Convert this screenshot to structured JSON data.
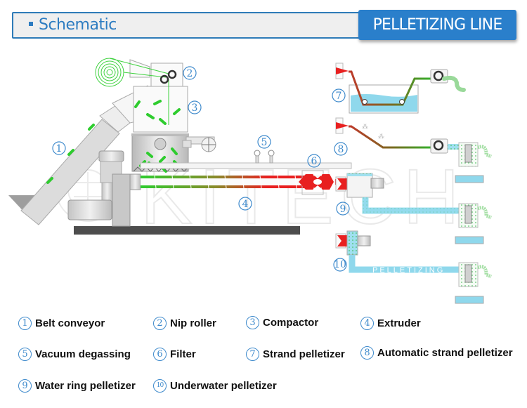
{
  "header": {
    "title": "Schematic",
    "badge": "PELLETIZING LINE"
  },
  "diagram": {
    "watermark": "KITECH",
    "watermark_secondary": "PELLETIZING",
    "callouts": [
      "1",
      "2",
      "3",
      "4",
      "5",
      "6",
      "7",
      "8",
      "9",
      "10"
    ],
    "colors": {
      "accent_blue": "#2a7fcb",
      "material_green": "#2ecc2e",
      "melt_red": "#e82020",
      "water_blue": "#8fd8ec",
      "machine_gray": "#d0d0d0"
    }
  },
  "legend": [
    {
      "num": "1",
      "label": "Belt conveyor"
    },
    {
      "num": "2",
      "label": "Nip roller"
    },
    {
      "num": "3",
      "label": "Compactor"
    },
    {
      "num": "4",
      "label": "Extruder"
    },
    {
      "num": "5",
      "label": "Vacuum degassing"
    },
    {
      "num": "6",
      "label": "Filter"
    },
    {
      "num": "7",
      "label": "Strand pelletizer"
    },
    {
      "num": "8",
      "label": "Automatic strand pelletizer"
    },
    {
      "num": "9",
      "label": "Water ring pelletizer"
    },
    {
      "num": "10",
      "label": "Underwater pelletizer"
    }
  ]
}
